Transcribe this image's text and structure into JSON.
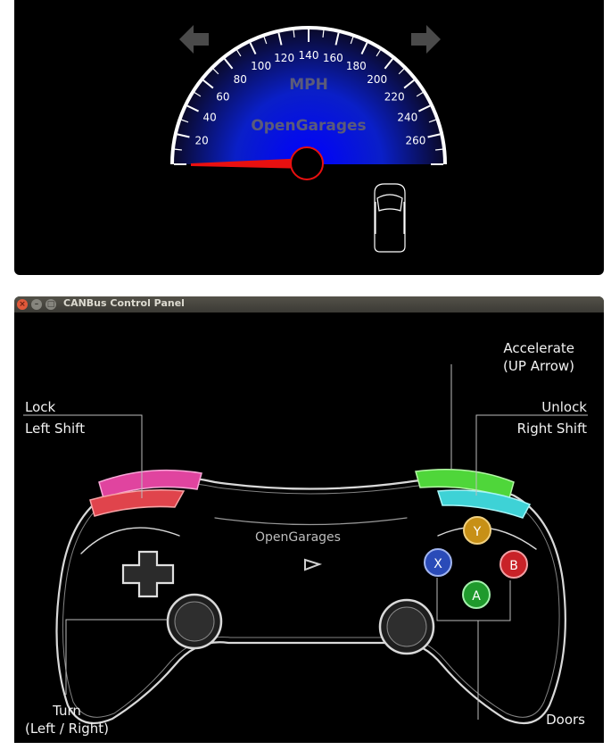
{
  "dashboard": {
    "speedometer": {
      "unit": "MPH",
      "brand": "OpenGarages",
      "tick_labels": [
        "20",
        "40",
        "60",
        "80",
        "100",
        "120",
        "140",
        "160",
        "180",
        "200",
        "220",
        "240",
        "260"
      ],
      "current_speed": 0
    },
    "left_turn_signal": "off",
    "right_turn_signal": "off",
    "doors": "closed"
  },
  "control_panel": {
    "window_title": "CANBus Control Panel",
    "brand": "OpenGarages",
    "labels": {
      "accelerate": "Accelerate",
      "accelerate_key": "(UP Arrow)",
      "lock": "Lock",
      "lock_key": "Left Shift",
      "unlock": "Unlock",
      "unlock_key": "Right Shift",
      "turn": "Turn",
      "turn_key": "(Left / Right)",
      "doors": "Doors"
    },
    "face_buttons": {
      "y": "Y",
      "x": "X",
      "b": "B",
      "a": "A"
    },
    "colors": {
      "lock_bumper": "#e0449f",
      "lock_trigger": "#e0444c",
      "accel_bumper": "#4fd63a",
      "unlock_trigger": "#3ed2d6",
      "y_button": "#c79016",
      "x_button": "#2a4bb8",
      "b_button": "#c82228",
      "a_button": "#1f9a2c"
    }
  }
}
